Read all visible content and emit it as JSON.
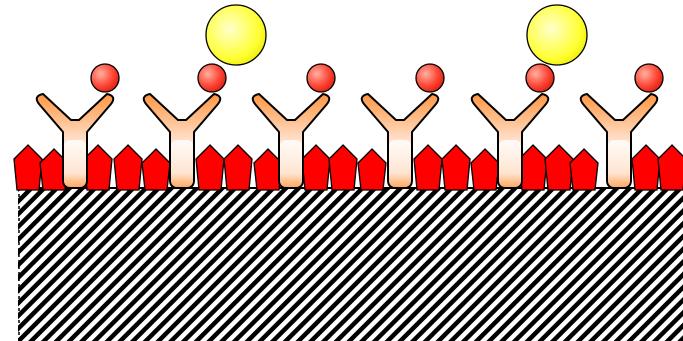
{
  "diagram": {
    "antibodies": [
      {
        "id": 1,
        "bound_antigen": false
      },
      {
        "id": 2,
        "bound_antigen": false
      },
      {
        "id": 3,
        "bound_antigen": false
      },
      {
        "id": 4,
        "bound_antigen": false
      },
      {
        "id": 5,
        "bound_antigen": true
      },
      {
        "id": 6,
        "bound_antigen": false
      }
    ],
    "free_particles": [
      {
        "id": 1
      },
      {
        "id": 2
      }
    ],
    "colors": {
      "surface_hatch": "#000000",
      "blocker": "#ff0000",
      "antibody_fill_top": "#ff9640",
      "antibody_fill_bottom": "#ffffff",
      "antigen_small": "#ff4a3a",
      "antigen_large": "#ffff33"
    }
  }
}
